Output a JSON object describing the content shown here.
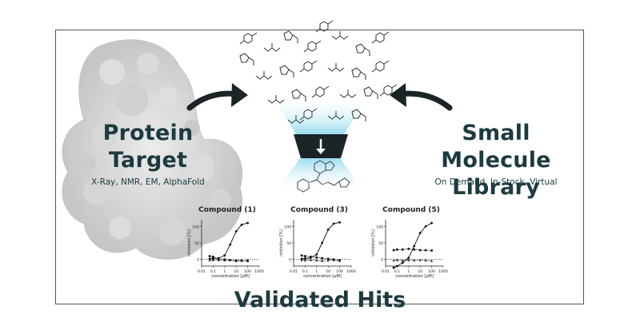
{
  "left_block": {
    "title_line1": "Protein",
    "title_line2": "Target",
    "subtitle": "X-Ray, NMR, EM, AlphaFold"
  },
  "right_block": {
    "title_line1": "Small Molecule",
    "title_line2": "Library",
    "subtitle": "On Demand, In-Stock, Virtual"
  },
  "footer_title": "Validated Hits",
  "colors": {
    "text": "#1d3b3f",
    "funnel": "#1b2426",
    "glow": "#8fd8ee",
    "protein": "#cfcfcf"
  },
  "chart_data": [
    {
      "type": "line",
      "title": "Compound (1)",
      "xlabel": "concentration [μM]",
      "ylabel": "inhibition [%]",
      "x_ticks": [
        "0.01",
        "0.1",
        "1",
        "10",
        "100",
        "1000"
      ],
      "y_ticks": [
        "0",
        "50",
        "100"
      ],
      "xscale": "log",
      "ylim": [
        -20,
        120
      ],
      "series": [
        {
          "x": [
            0.05,
            0.1,
            0.3,
            1,
            3,
            10,
            30,
            100
          ],
          "y": [
            2,
            3,
            4,
            12,
            45,
            85,
            105,
            110
          ]
        },
        {
          "x": [
            0.05,
            0.1,
            0.3,
            1,
            3,
            10,
            30,
            100
          ],
          "y": [
            10,
            8,
            2,
            0,
            -2,
            -5,
            -4,
            -3
          ]
        },
        {
          "x": [
            0.05,
            0.1,
            0.3,
            1,
            3,
            10,
            30,
            100
          ],
          "y": [
            -3,
            -2,
            -2,
            -3,
            -2,
            -2,
            -3,
            -5
          ]
        }
      ]
    },
    {
      "type": "line",
      "title": "Compound (3)",
      "xlabel": "concentration [μM]",
      "ylabel": "inhibition [%]",
      "x_ticks": [
        "0.01",
        "0.1",
        "1",
        "10",
        "100",
        "1000"
      ],
      "y_ticks": [
        "0",
        "50",
        "100"
      ],
      "xscale": "log",
      "ylim": [
        -20,
        120
      ],
      "series": [
        {
          "x": [
            0.05,
            0.1,
            0.3,
            1,
            3,
            10,
            30,
            100
          ],
          "y": [
            2,
            3,
            5,
            15,
            50,
            90,
            108,
            112
          ]
        },
        {
          "x": [
            0.05,
            0.1,
            0.3,
            1,
            3,
            10,
            30,
            100
          ],
          "y": [
            12,
            10,
            8,
            6,
            4,
            2,
            0,
            -2
          ]
        },
        {
          "x": [
            0.05,
            0.1,
            0.3,
            1,
            3,
            10,
            30,
            100
          ],
          "y": [
            -2,
            -3,
            -2,
            -3,
            -4,
            -3,
            -2,
            -4
          ]
        }
      ]
    },
    {
      "type": "line",
      "title": "Compound (5)",
      "xlabel": "concentration [μM]",
      "ylabel": "inhibition [%]",
      "x_ticks": [
        "0.01",
        "0.1",
        "1",
        "10",
        "100",
        "1000"
      ],
      "y_ticks": [
        "0",
        "50",
        "100"
      ],
      "xscale": "log",
      "ylim": [
        -20,
        120
      ],
      "series": [
        {
          "x": [
            0.05,
            0.1,
            0.3,
            1,
            3,
            10,
            30,
            100
          ],
          "y": [
            -25,
            -20,
            -10,
            5,
            40,
            80,
            100,
            110
          ]
        },
        {
          "x": [
            0.05,
            0.1,
            0.3,
            1,
            3,
            10,
            30,
            100
          ],
          "y": [
            28,
            30,
            30,
            32,
            30,
            28,
            28,
            27
          ]
        },
        {
          "x": [
            0.05,
            0.1,
            0.3,
            1,
            3,
            10,
            30,
            100
          ],
          "y": [
            -3,
            -2,
            -3,
            -2,
            -3,
            -2,
            -3,
            -4
          ]
        }
      ]
    }
  ]
}
